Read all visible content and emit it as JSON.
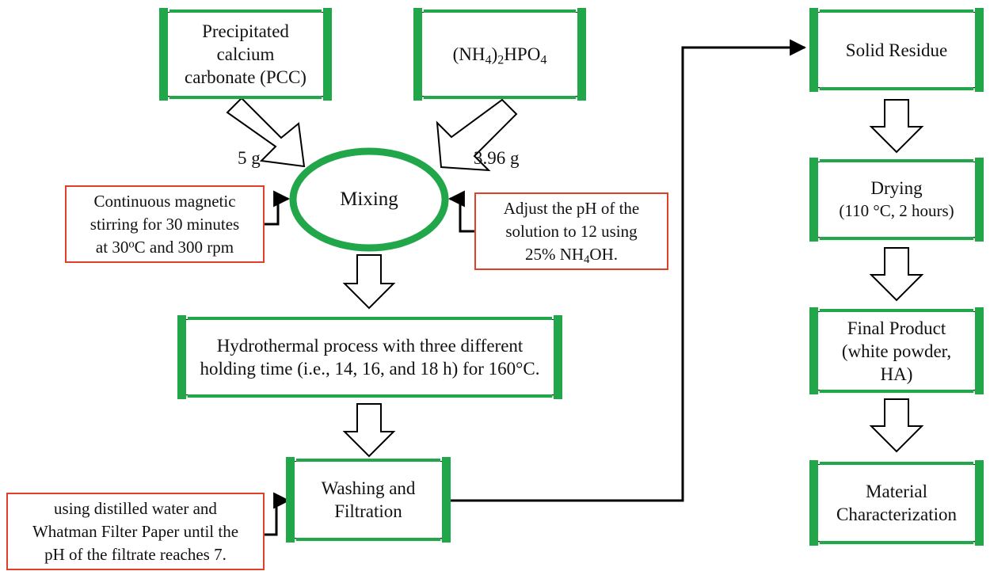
{
  "inputs": {
    "pcc": {
      "lines": [
        "Precipitated",
        "calcium",
        "carbonate (PCC)"
      ],
      "amount": "5 g"
    },
    "phosphate": {
      "prefix": "(NH",
      "sub1": "4",
      "mid": ")",
      "sub2": "2",
      "mid2": "HPO",
      "sub3": "4",
      "amount": "3.96 g"
    }
  },
  "mixing": {
    "label": "Mixing"
  },
  "stirring_note": {
    "line1": "Continuous magnetic",
    "line2": "stirring for 30 minutes",
    "line3_pre": "at 30",
    "line3_sup": "o",
    "line3_post": "C and 300 rpm"
  },
  "ph_note": {
    "line1": "Adjust the pH of the",
    "line2": "solution to 12 using",
    "line3_pre": "25% NH",
    "line3_sub": "4",
    "line3_post": "OH."
  },
  "hydrothermal": {
    "line1": "Hydrothermal process with three different",
    "line2": "holding time (i.e., 14, 16, and 18 h) for 160°C."
  },
  "washing": {
    "line1": "Washing and",
    "line2": "Filtration"
  },
  "washing_note": {
    "line1": "using distilled water and",
    "line2": "Whatman Filter Paper until the",
    "line3": "pH of the filtrate reaches 7."
  },
  "solid_residue": {
    "label": "Solid Residue"
  },
  "drying": {
    "line1": "Drying",
    "line2": "(110 °C, 2 hours)"
  },
  "final_product": {
    "line1": "Final Product",
    "line2": "(white powder,",
    "line3": "HA)"
  },
  "characterization": {
    "line1": "Material",
    "line2": "Characterization"
  },
  "colors": {
    "green": "#21a64a",
    "red_border": "#e0402a",
    "line": "#000000"
  }
}
